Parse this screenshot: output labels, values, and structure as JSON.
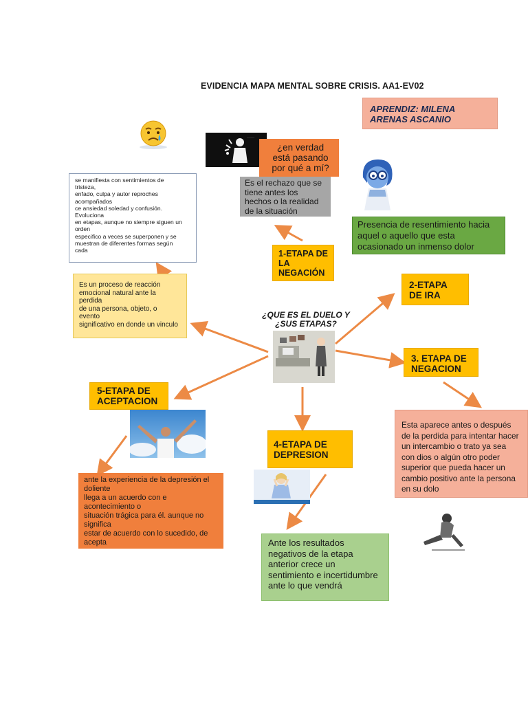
{
  "title": "EVIDENCIA MAPA MENTAL SOBRE CRISIS. AA1-EV02",
  "apprentice": "APRENDIZ: MILENA ARENAS ASCANIO",
  "center_question": "¿QUE ES EL DUELO Y ¿SUS ETAPAS?",
  "question_box": "¿en verdad está pasando por qué a mí?",
  "denial_definition": "Es el rechazo que se tiene antes los hechos o la realidad de la situación",
  "resentment_text": "Presencia de resentimiento hacia aquel o aquello que esta ocasionado un inmenso dolor",
  "stage1": "1-ETAPA DE LA NEGACIÓN",
  "stage2": "2-ETAPA DE IRA",
  "stage3": "3. ETAPA DE NEGACION",
  "stage4": "4-ETAPA DE DEPRESION",
  "stage5": "5-ETAPA DE ACEPTACION",
  "manifest_text": "se manifiesta con sentimientos de\ntristeza,\nenfado, culpa y autor reproches\nacompañados\nce ansiedad soledad y confusión.\nEvoluciona\nen etapas, aunque no siempre siguen un\norden\nespecifico a veces se superponen y se\nmuestran de diferentes formas según\ncada",
  "process_text": "Es un proceso de reacción\nemocional natural ante la\nperdida\nde una persona, objeto, o\nevento\nsignificativo en donde un vinculo",
  "negotiation_text": "Esta aparece antes o después de la perdida para intentar hacer un intercambio o trato ya sea con dios o algún otro poder superior que pueda hacer un cambio positivo ante la persona en su dolo",
  "acceptance_text": "ante la experiencia de la depresión el\ndoliente\nllega a un acuerdo con e\nacontecimiento o\nsituación trágica para él. aunque no\nsignifica\nestar de acuerdo con lo sucedido, de\nacepta",
  "depression_text": "Ante los resultados negativos de la etapa anterior crece un sentimiento e incertidumbre ante lo que vendrá",
  "colors": {
    "arrow": "#ec8a45",
    "orange_dark": "#f07f3c",
    "gold": "#ffbe00",
    "green": "#6aa843",
    "green_soft": "#a9d08e",
    "salmon": "#f5b09a",
    "yellow_soft": "#ffe699",
    "gray": "#a6a6a6"
  },
  "icons": [
    "crying-emoji-icon",
    "sadness-character-icon",
    "cartoon-man-icon",
    "office-cartoon-icon",
    "joyful-man-photo-icon",
    "sad-woman-icon",
    "sad-sitting-man-icon"
  ]
}
